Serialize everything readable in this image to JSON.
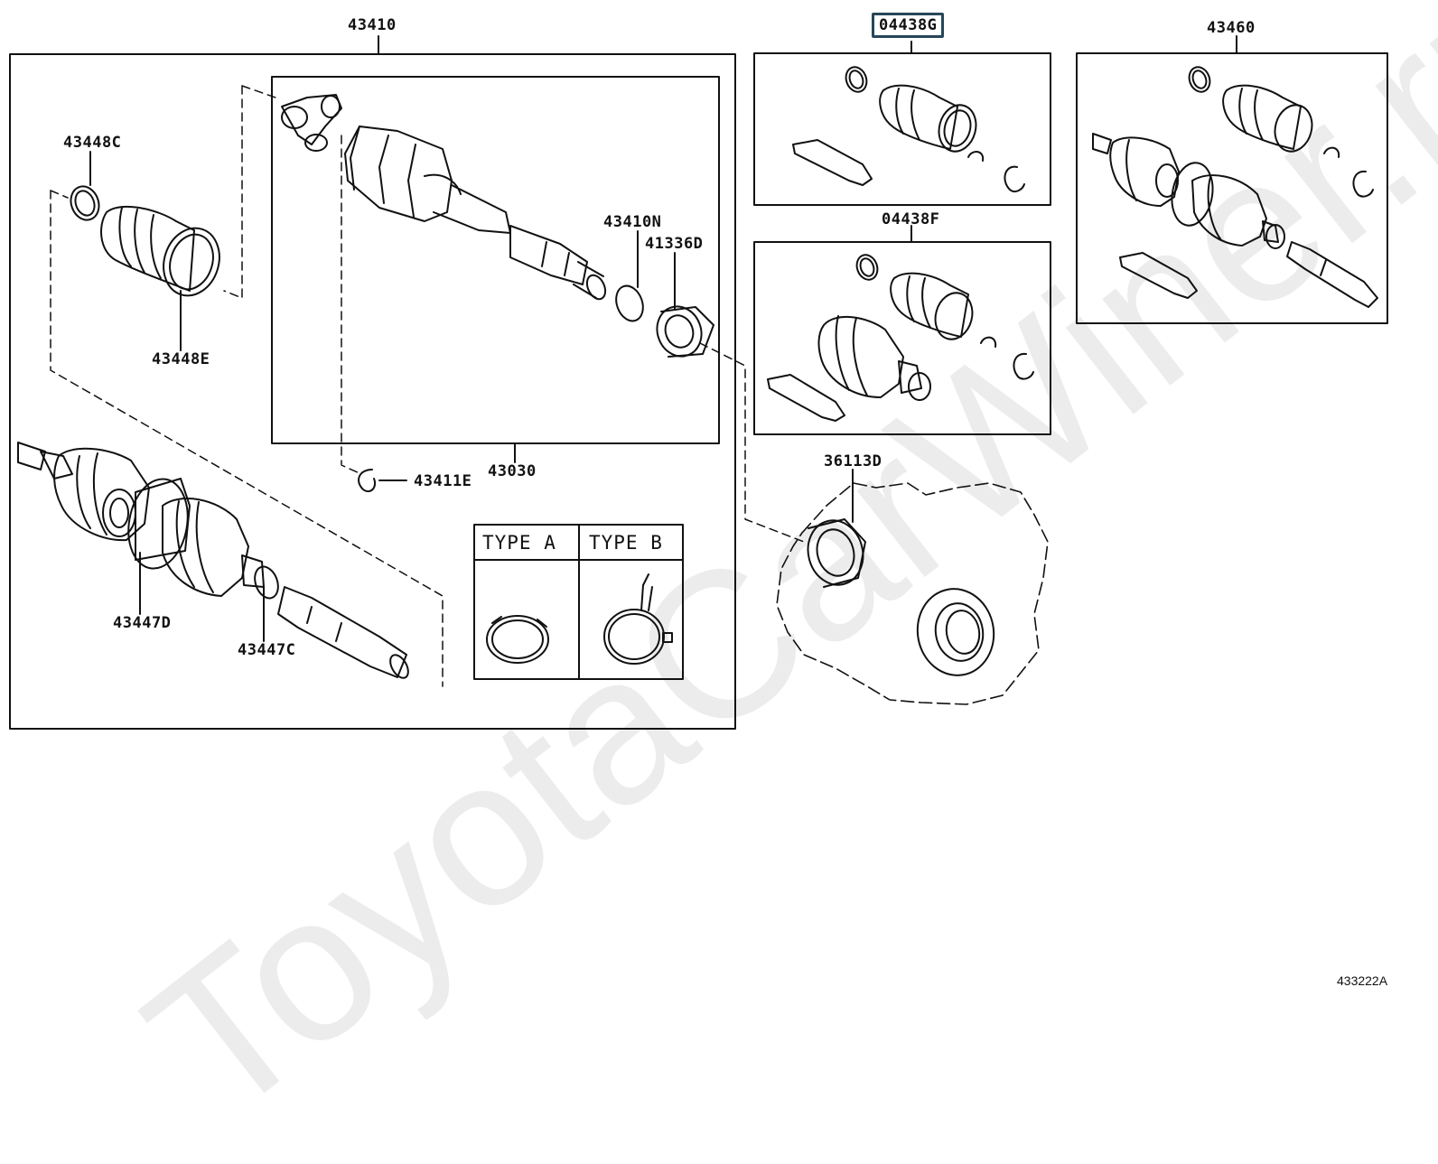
{
  "watermark": "ToyotaCarWiner.ru",
  "figure_id": "433222A",
  "groups": {
    "main_assembly": "43410",
    "boot_kit_g": "04438G",
    "boot_kit_f": "04438F",
    "rh_shaft": "43460"
  },
  "parts": {
    "p43448c": "43448C",
    "p43448e": "43448E",
    "p43410n": "43410N",
    "p41336d": "41336D",
    "p43411e": "43411E",
    "p43030": "43030",
    "p43447d": "43447D",
    "p43447c": "43447C",
    "p36113d": "36113D"
  },
  "legend": {
    "type_a": "TYPE A",
    "type_b": "TYPE B"
  },
  "selected_part": "04438G",
  "colors": {
    "line": "#111111",
    "highlight_border": "#26465a",
    "watermark": "#ececec"
  }
}
